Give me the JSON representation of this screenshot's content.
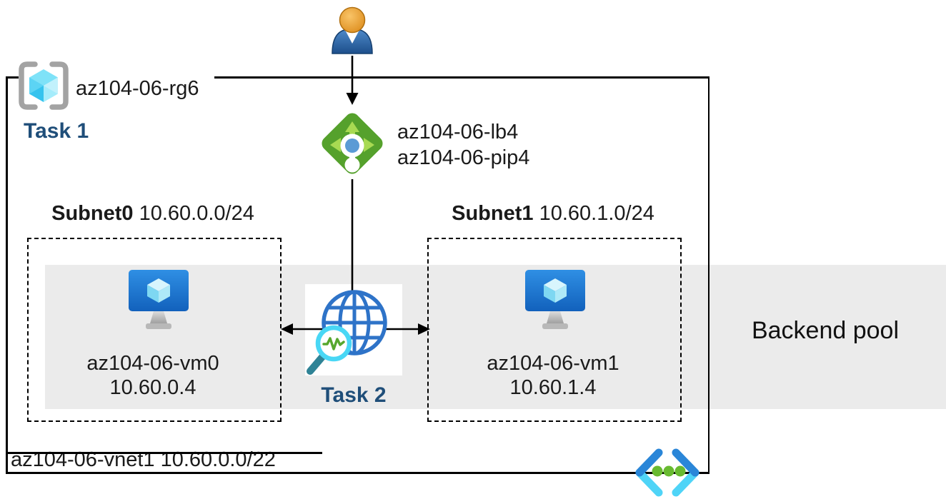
{
  "diagram": {
    "resource_group": {
      "name": "az104-06-rg6",
      "task1_label": "Task 1"
    },
    "load_balancer": {
      "name": "az104-06-lb4",
      "public_ip": "az104-06-pip4"
    },
    "subnet0": {
      "name": "Subnet0",
      "cidr": "10.60.0.0/24",
      "vm_name": "az104-06-vm0",
      "vm_ip": "10.60.0.4"
    },
    "subnet1": {
      "name": "Subnet1",
      "cidr": "10.60.1.0/24",
      "vm_name": "az104-06-vm1",
      "vm_ip": "10.60.1.4"
    },
    "task2_label": "Task 2",
    "backend_pool_label": "Backend pool",
    "vnet_label": "az104-06-vnet1 10.60.0.0/22"
  },
  "icons": {
    "user": "user-icon",
    "resource_group": "resource-group-brackets-cube-icon",
    "load_balancer": "load-balancer-diamond-icon",
    "virtual_machine": "virtual-machine-monitor-icon",
    "globe_probe": "globe-with-magnifier-health-probe-icon",
    "code": "code-angle-brackets-icon"
  },
  "colors": {
    "task_label_blue": "#1f4e79",
    "band_gray": "#ebebeb",
    "lb_green": "#55a12c",
    "lb_arrow_green": "#a8da52",
    "lb_dot_blue": "#5b9bd5",
    "globe_blue": "#2e73c8",
    "magnifier_cyan": "#49d7f5",
    "pulse_green": "#56a72e",
    "handle_teal": "#2f8396",
    "vm_monitor_blue": "#1e78d0",
    "cube_cyan": "#7ee2f8",
    "bracket_gray": "#a3a3a3",
    "code_dark_blue": "#2a86d8",
    "code_cyan": "#4fd4f7",
    "code_dot_green": "#68ba30",
    "user_head_orange": "#eda030",
    "user_body_blue": "#2d5f9a",
    "line_black": "#000000"
  }
}
